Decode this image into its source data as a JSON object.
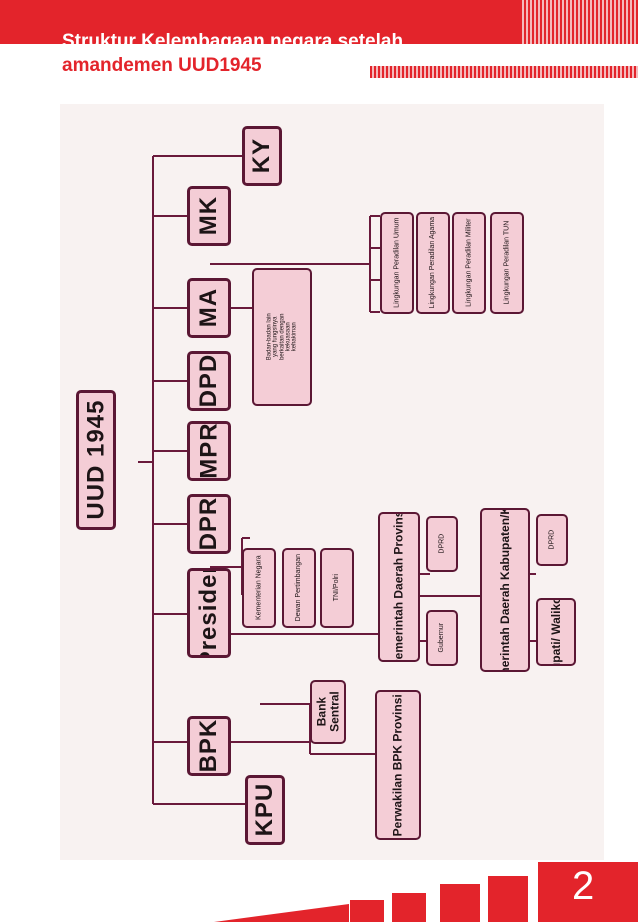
{
  "slide": {
    "title_line1": "Struktur Kelembagaan negara setelah",
    "title_line2": "amandemen UUD1945",
    "page_number": "2"
  },
  "diagram": {
    "root": "UUD 1945",
    "institutions": {
      "kpu": "KPU",
      "bpk": "BPK",
      "presiden": "Presiden",
      "dpr": "DPR",
      "mpr": "MPR",
      "dpd": "DPD",
      "ma": "MA",
      "mk": "MK",
      "ky": "KY"
    },
    "bpk_children": {
      "bank_sentral": "Bank Sentral",
      "perwakilan_bpk": "Perwakilan BPK Provinsi"
    },
    "presiden_children": {
      "kementerian": "Kementerian Negara",
      "dewan_pertimbangan": "Dewan Pertimbangan",
      "tni_polri": "TNI/Polri"
    },
    "daerah": {
      "pemda_provinsi": "Pemerintah Daerah Provinsi",
      "dprd_provinsi": "DPRD",
      "gubernur": "Gubernur",
      "pemda_kabkota": "Pemerintah Daerah Kabupaten/Kota",
      "dprd_kabkota": "DPRD",
      "bupati_walikota": "Bupati/ Walikota"
    },
    "ma_children": {
      "badan_lain": "Badan-badan lain yang fungsinya berkaitan dengan kekuasaan kehakiman",
      "peradilan_umum": "Lingkungan Peradilan Umum",
      "peradilan_agama": "Lingkungan Peradilan Agama",
      "peradilan_militer": "Lingkungan Peradilan Militer",
      "peradilan_tun": "Lingkungan Peradilan TUN"
    }
  },
  "colors": {
    "accent_red": "#e3242b",
    "node_fill": "#f4cdd6",
    "node_border": "#5b1734",
    "connector": "#6a1a3c"
  }
}
